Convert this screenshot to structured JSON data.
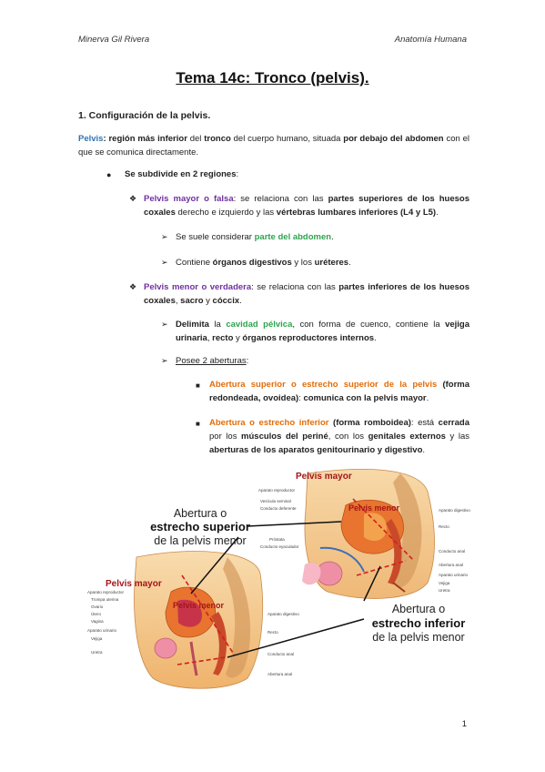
{
  "header": {
    "author": "Minerva Gil Rivera",
    "subject": "Anatomía Humana"
  },
  "title": "Tema 14c: Tronco (pelvis).",
  "section": "1. Configuración de la pelvis.",
  "intro": {
    "term": "Pelvis",
    "t1": ": ",
    "b1": "región más inferior",
    "t2": " del ",
    "b2": "tronco",
    "t3": " del cuerpo humano, situada ",
    "b3": "por debajo del abdomen",
    "t4": " con el que se comunica directamente."
  },
  "bullet1": {
    "b1": "Se subdivide en ",
    "b2": "2 regiones",
    "t1": ":"
  },
  "mayor": {
    "term": "Pelvis mayor o falsa",
    "t1": ": se relaciona con las ",
    "b1": "partes superiores de los huesos coxales",
    "t2": " derecho e izquierdo y las ",
    "b2": "vértebras lumbares inferiores (L4 y L5)",
    "t3": "."
  },
  "mayor_sub1": {
    "t1": "Se suele considerar ",
    "g1": "parte del abdomen",
    "t2": "."
  },
  "mayor_sub2": {
    "t1": "Contiene ",
    "b1": "órganos digestivos",
    "t2": " y los ",
    "b2": "uréteres",
    "t3": "."
  },
  "menor": {
    "term": "Pelvis menor o verdadera",
    "t1": ": se relaciona con las ",
    "b1": "partes inferiores de los huesos coxales",
    "t2": ", ",
    "b2": "sacro",
    "t3": " y ",
    "b3": "cóccix",
    "t4": "."
  },
  "menor_sub1": {
    "b1": "Delimita",
    "t1": " la ",
    "g1": "cavidad pélvica",
    "t2": ", con forma de cuenco, contiene la ",
    "b2": "vejiga urinaria",
    "t3": ", ",
    "b3": "recto",
    "t4": " y ",
    "b4": "órganos reproductores internos",
    "t5": "."
  },
  "menor_sub2": {
    "u1": "Posee 2 aberturas",
    "t1": ":"
  },
  "ab1": {
    "o1": "Abertura superior o estrecho superior de la pelvis",
    "t1": " ",
    "b1": "(forma redondeada, ovoidea)",
    "t2": ": ",
    "b2": "comunica con la pelvis mayor",
    "t3": "."
  },
  "ab2": {
    "o1": "Abertura o estrecho inferior",
    "t1": " ",
    "b1": "(forma romboidea)",
    "t2": ": está ",
    "b2": "cerrada",
    "t3": " por los ",
    "b3": "músculos del periné",
    "t4": ", con los ",
    "b4": "genitales externos",
    "t5": " y las ",
    "b5": "aberturas de los aparatos genitourinario y digestivo",
    "t6": "."
  },
  "figure": {
    "sup_l1": "Abertura o",
    "sup_l2": "estrecho superior",
    "sup_l3": "de la pelvis menor",
    "inf_l1": "Abertura o",
    "inf_l2": "estrecho inferior",
    "inf_l3": "de la pelvis menor",
    "male_mayor": "Pelvis mayor",
    "male_menor": "Pelvis menor",
    "female_mayor": "Pelvis mayor",
    "female_menor": "Pelvis menor",
    "male_labels_left": [
      "Aparato reproductor",
      "Vesícula seminal",
      "Conducto deferente",
      "Próstata",
      "Conducto eyaculador"
    ],
    "male_labels_right": [
      "Aparato digestivo",
      "Recto",
      "Conducto anal",
      "Abertura anal",
      "Aparato urinario",
      "Vejiga",
      "Uretra"
    ],
    "female_labels_left": [
      "Aparato reproductor",
      "Trompa uterina",
      "Ovario",
      "Útero",
      "Vagina",
      "Aparato urinario",
      "Vejiga",
      "Uretra"
    ],
    "female_labels_right": [
      "Aparato digestivo",
      "Recto",
      "Conducto anal",
      "Abertura anal"
    ]
  },
  "page_number": "1",
  "colors": {
    "blue": "#2e74b5",
    "purple": "#7030a0",
    "green": "#2ea44f",
    "orange": "#e36c09"
  }
}
